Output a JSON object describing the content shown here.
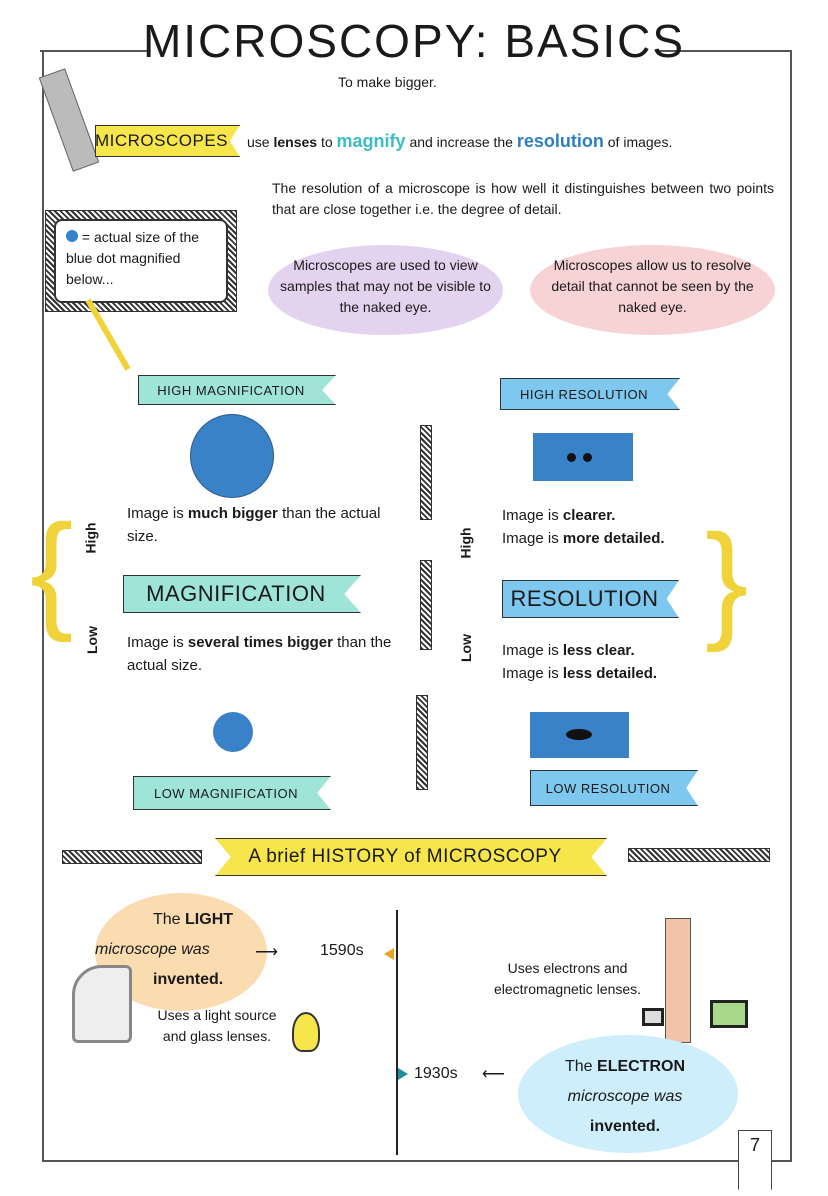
{
  "title": "MICROSCOPY: BASICS",
  "intro": {
    "banner": "MICROSCOPES",
    "note": "To make bigger.",
    "s1": "use",
    "s2": "lenses",
    "s3": "to",
    "s4": "magnify",
    "s5": "and increase the",
    "s6": "resolution",
    "s7": "of images.",
    "resolution_def": "The resolution of a microscope is how well it distinguishes between two points that are close together i.e. the degree of detail.",
    "box_text": "= actual size of the blue dot magnified below...",
    "purple_note": "Microscopes are used to view samples that may not be visible to the naked eye.",
    "pink_note": "Microscopes allow us to resolve detail that cannot be seen by the naked eye."
  },
  "magnification": {
    "high_banner": "HIGH MAGNIFICATION",
    "low_banner": "LOW MAGNIFICATION",
    "banner": "MAGNIFICATION",
    "high": "High",
    "low": "Low",
    "high_a": "Image is",
    "high_b": "much bigger",
    "high_c": "than the actual size.",
    "low_a": "Image is",
    "low_b": "several times bigger",
    "low_c": "than the actual size."
  },
  "resolution": {
    "high_banner": "HIGH RESOLUTION",
    "low_banner": "LOW RESOLUTION",
    "banner": "RESOLUTION",
    "high": "High",
    "low": "Low",
    "h1a": "Image is",
    "h1b": "clearer.",
    "h2a": "Image is",
    "h2b": "more detailed.",
    "l1a": "Image is",
    "l1b": "less clear.",
    "l2a": "Image is",
    "l2b": "less detailed."
  },
  "history": {
    "banner": "A brief HISTORY of MICROSCOPY",
    "light": {
      "the": "The",
      "name": "LIGHT",
      "l2": "microscope was",
      "l3": "invented.",
      "year": "1590s",
      "uses": "Uses a light source and glass lenses."
    },
    "electron": {
      "the": "The",
      "name": "ELECTRON",
      "l2": "microscope was",
      "l3": "invented.",
      "year": "1930s",
      "uses": "Uses electrons and electromagnetic lenses."
    }
  },
  "page_number": "7",
  "colors": {
    "yellow": "#f6e54b",
    "mint": "#9ee4d8",
    "blue": "#7ec8ef",
    "dot": "#3a82c8",
    "purple": "#e3d3ee",
    "pink": "#f8d3d6",
    "orange": "#fbdcb0",
    "lightblue": "#cdeefa",
    "magnify": "#3cbcc4",
    "resolution": "#2f7fc0"
  }
}
